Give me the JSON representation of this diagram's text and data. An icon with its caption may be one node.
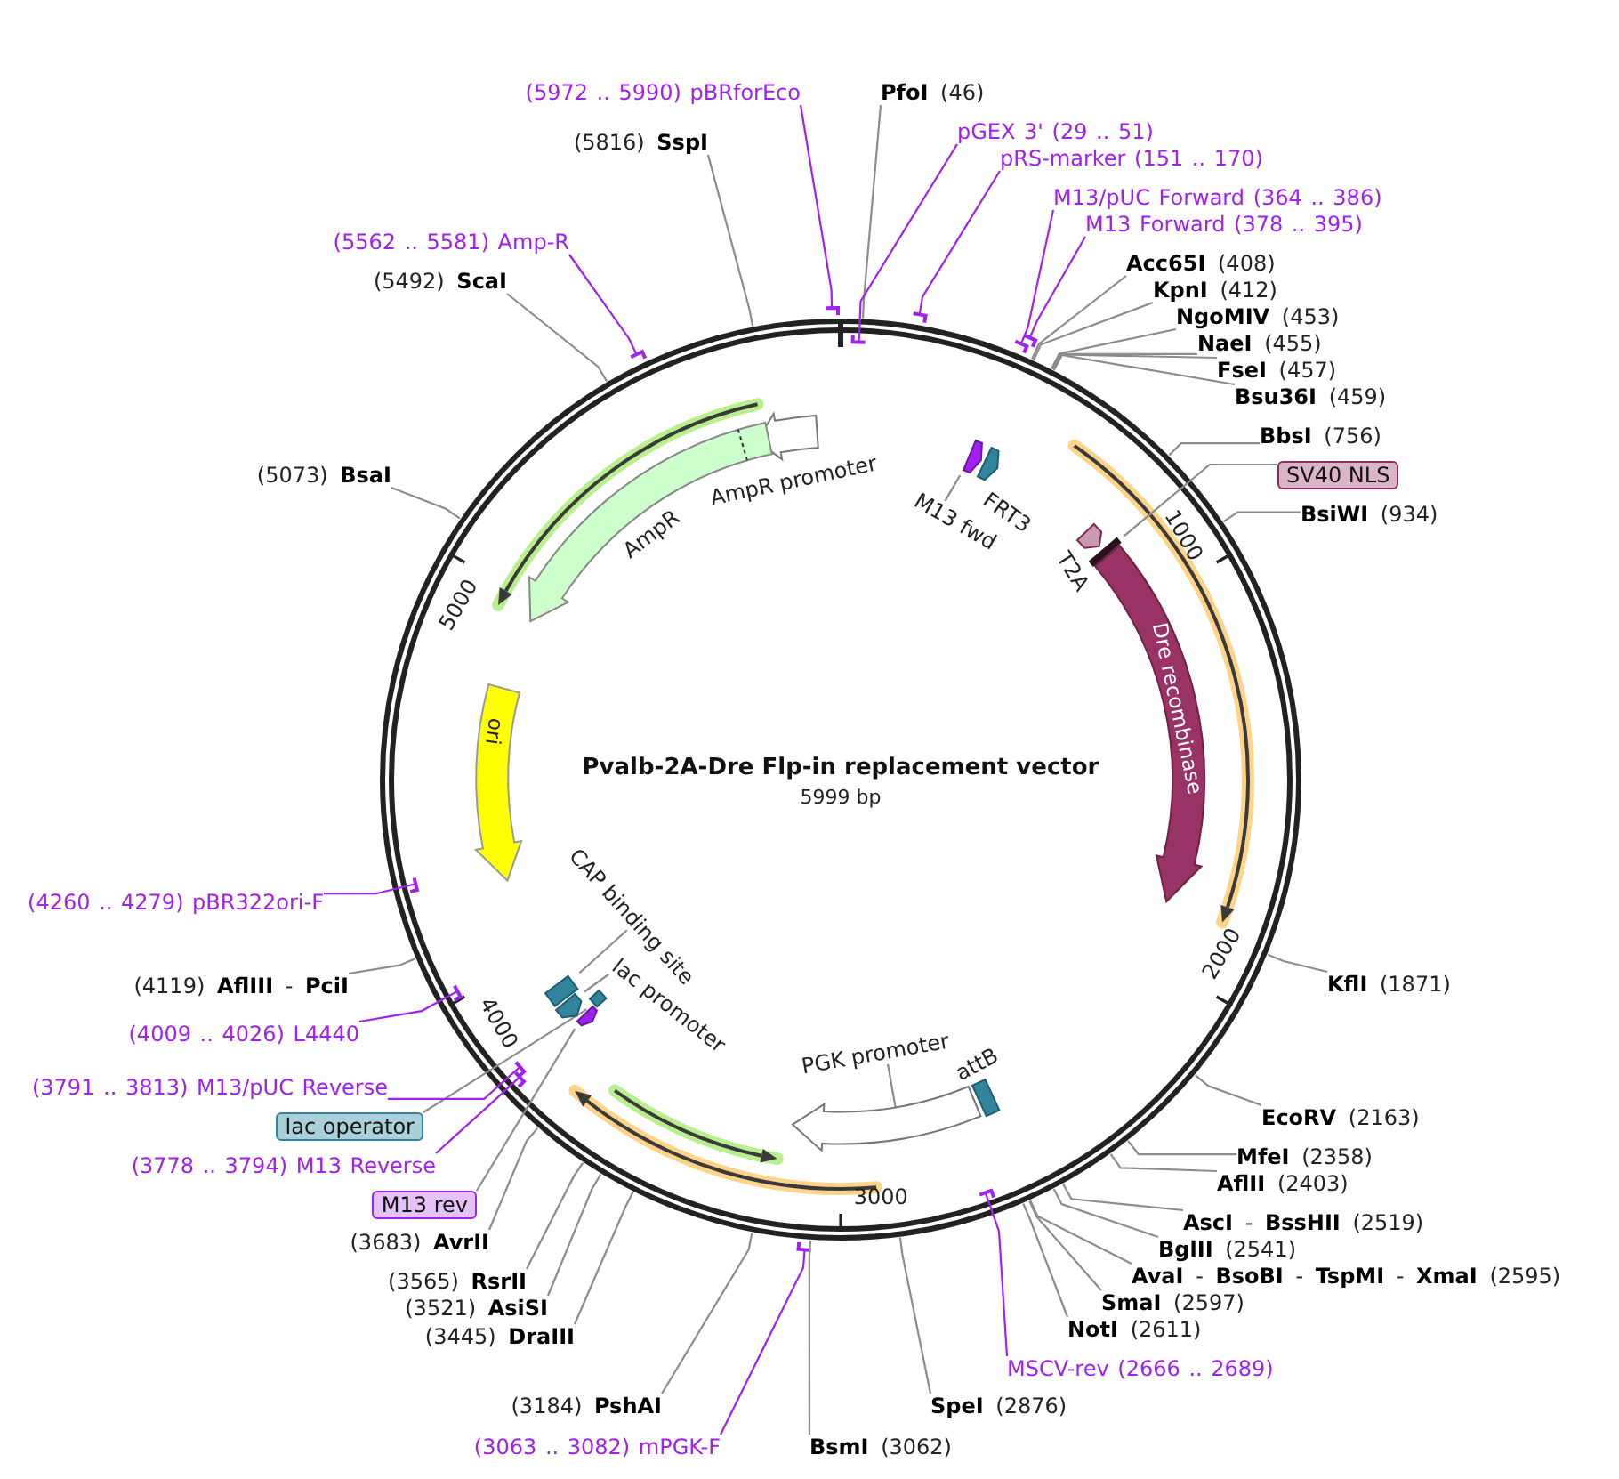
{
  "diagram": {
    "title": "Pvalb-2A-Dre Flp-in replacement vector",
    "nodes": [
      {
        "text": [
          "(5972 .. 5990) pBRforEco"
        ]
      },
      {
        "text": [
          "**PfoI** (46)"
        ]
      },
      {
        "text": [
          "pGEX 3' (29 .. 51)"
        ]
      },
      {
        "text": [
          "pRS-marker (151 .. 170)"
        ]
      },
      {
        "text": [
          "M13/pUC Forward (364 .. 386)"
        ]
      },
      {
        "text": [
          "M13 Forward (378 .. 395)"
        ]
      },
      {
        "text": [
          "**Acc65I** (408)"
        ]
      },
      {
        "text": [
          "**KpnI** (412)"
        ]
      },
      {
        "text": [
          "**NgoMIV** (453)"
        ]
      },
      {
        "text": [
          "**NaeI** (455)"
        ]
      },
      {
        "text": [
          "**FseI** (457)"
        ]
      },
      {
        "text": [
          "**Bsu36I** (459)"
        ]
      },
      {
        "text": [
          "**BbsI** (756)"
        ]
      },
      {
        "text": [
          "SV40 NLS"
        ]
      },
      {
        "text": [
          "**BsiWI** (934)"
        ]
      },
      {
        "text": [
          "**KflI** (1871)"
        ]
      },
      {
        "text": [
          "**EcoRV** (2163)"
        ]
      },
      {
        "text": [
          "**MfeI** (2358)"
        ]
      },
      {
        "text": [
          "**AflII** (2403)"
        ]
      },
      {
        "text": [
          "**AscI** - **BssHII** (2519)"
        ]
      },
      {
        "text": [
          "**BglII** (2541)"
        ]
      },
      {
        "text": [
          "**AvaI** - **BsoBI** - **TspMI** - **XmaI** (2595)"
        ]
      },
      {
        "text": [
          "**SmaI** (2597)"
        ]
      },
      {
        "text": [
          "**NotI** (2611)"
        ]
      },
      {
        "text": [
          "MSCV-rev (2666 .. 2689)"
        ]
      },
      {
        "text": [
          "**SpeI** (2876)"
        ]
      },
      {
        "text": [
          "**BsmI** (3062)"
        ]
      },
      {
        "text": [
          "(3063 .. 3082) mPGK-F"
        ]
      },
      {
        "text": [
          "(3184) **PshAI**"
        ]
      },
      {
        "text": [
          "(3445) **DraIII**"
        ]
      },
      {
        "text": [
          "(3521) **AsiSI**"
        ]
      },
      {
        "text": [
          "(3565) **RsrII**"
        ]
      },
      {
        "text": [
          "(3683) **AvrII**"
        ]
      },
      {
        "text": [
          "M13 rev"
        ]
      },
      {
        "text": [
          "(3778 .. 3794) M13 Reverse"
        ]
      },
      {
        "text": [
          "lac operator"
        ]
      },
      {
        "text": [
          "(3791 .. 3813) M13/pUC Reverse"
        ]
      },
      {
        "text": [
          "(4009 .. 4026) L4440"
        ]
      },
      {
        "text": [
          "(4119) **AflIII** - **PciI**"
        ]
      },
      {
        "text": [
          "(4260 .. 4279) pBR322ori-F"
        ]
      },
      {
        "text": [
          "(5073) **BsaI**"
        ]
      },
      {
        "text": [
          "(5492) **ScaI**"
        ]
      },
      {
        "text": [
          "(5562 .. 5581) Amp-R"
        ]
      },
      {
        "text": [
          "(5816) **SspI**"
        ]
      },
      {
        "text": [
          "AmpR promoter"
        ]
      },
      {
        "text": [
          "AmpR"
        ]
      },
      {
        "text": [
          "ori"
        ]
      },
      {
        "text": [
          "Dre recombinase"
        ]
      },
      {
        "text": [
          "T2A"
        ]
      },
      {
        "text": [
          "FRT3"
        ]
      },
      {
        "text": [
          "M13 fwd"
        ]
      },
      {
        "text": [],
        "shape": "arrow"
      },
      {
        "text": [
          "CAP binding site"
        ]
      },
      {
        "text": [],
        "shape": "box"
      },
      {
        "text": [
          "lac promoter"
        ]
      },
      {
        "text": [],
        "shape": "arrow"
      },
      {
        "text": [],
        "shape": "box"
      },
      {
        "text": [],
        "shape": "arrow"
      },
      {
        "text": [
          "PGK promoter"
        ]
      },
      {
        "text": [],
        "shape": "arrow"
      },
      {
        "text": [
          "attB"
        ]
      },
      {
        "text": [],
        "shape": "bar"
      }
    ],
    "edges": [
      {
        "from": 0,
        "to": null,
        "arrow": "none",
        "color": "#a020f0"
      },
      {
        "from": 1,
        "to": null,
        "arrow": "none"
      },
      {
        "from": 2,
        "to": null,
        "arrow": "none",
        "color": "#a020f0"
      },
      {
        "from": 3,
        "to": null,
        "arrow": "none",
        "color": "#a020f0"
      },
      {
        "from": 4,
        "to": null,
        "arrow": "none",
        "color": "#a020f0"
      },
      {
        "from": 5,
        "to": null,
        "arrow": "none",
        "color": "#a020f0"
      },
      {
        "from": 6,
        "to": null,
        "arrow": "none"
      },
      {
        "from": 7,
        "to": null,
        "arrow": "none"
      },
      {
        "from": 8,
        "to": null,
        "arrow": "none"
      },
      {
        "from": 9,
        "to": null,
        "arrow": "none"
      },
      {
        "from": 10,
        "to": null,
        "arrow": "none"
      },
      {
        "from": 11,
        "to": null,
        "arrow": "none"
      },
      {
        "from": 12,
        "to": null,
        "arrow": "none"
      },
      {
        "from": 13,
        "to": 61,
        "arrow": "none"
      },
      {
        "from": 14,
        "to": null,
        "arrow": "none"
      },
      {
        "from": 15,
        "to": null,
        "arrow": "none"
      },
      {
        "from": 16,
        "to": null,
        "arrow": "none"
      },
      {
        "from": 17,
        "to": null,
        "arrow": "none"
      },
      {
        "from": 18,
        "to": null,
        "arrow": "none"
      },
      {
        "from": 19,
        "to": null,
        "arrow": "none"
      },
      {
        "from": 20,
        "to": null,
        "arrow": "none"
      },
      {
        "from": 21,
        "to": null,
        "arrow": "none"
      },
      {
        "from": 22,
        "to": null,
        "arrow": "none"
      },
      {
        "from": 23,
        "to": null,
        "arrow": "none"
      },
      {
        "from": 24,
        "to": null,
        "arrow": "none",
        "color": "#a020f0"
      },
      {
        "from": 25,
        "to": null,
        "arrow": "none"
      },
      {
        "from": 26,
        "to": null,
        "arrow": "none"
      },
      {
        "from": 27,
        "to": null,
        "arrow": "none",
        "color": "#a020f0"
      },
      {
        "from": 28,
        "to": null,
        "arrow": "none"
      },
      {
        "from": 29,
        "to": null,
        "arrow": "none"
      },
      {
        "from": 30,
        "to": null,
        "arrow": "none"
      },
      {
        "from": 31,
        "to": null,
        "arrow": "none"
      },
      {
        "from": 32,
        "to": null,
        "arrow": "none"
      },
      {
        "from": 33,
        "to": 57,
        "arrow": "none"
      },
      {
        "from": 34,
        "to": null,
        "arrow": "none",
        "color": "#a020f0"
      },
      {
        "from": 35,
        "to": 56,
        "arrow": "none"
      },
      {
        "from": 36,
        "to": null,
        "arrow": "none",
        "color": "#a020f0"
      },
      {
        "from": 37,
        "to": null,
        "arrow": "none",
        "color": "#a020f0"
      },
      {
        "from": 38,
        "to": null,
        "arrow": "none"
      },
      {
        "from": 39,
        "to": null,
        "arrow": "none",
        "color": "#a020f0"
      },
      {
        "from": 40,
        "to": null,
        "arrow": "none"
      },
      {
        "from": 41,
        "to": null,
        "arrow": "none"
      },
      {
        "from": 42,
        "to": null,
        "arrow": "none",
        "color": "#a020f0"
      },
      {
        "from": 43,
        "to": null,
        "arrow": "none"
      },
      {
        "from": 50,
        "to": 51,
        "arrow": "none"
      },
      {
        "from": 52,
        "to": 53,
        "arrow": "none"
      },
      {
        "from": 54,
        "to": 55,
        "arrow": "none"
      },
      {
        "from": 58,
        "to": 59,
        "arrow": "none"
      }
    ],
    "labels": [
      "5999 bp",
      "1000",
      "2000",
      "3000",
      "4000",
      "5000"
    ]
  }
}
